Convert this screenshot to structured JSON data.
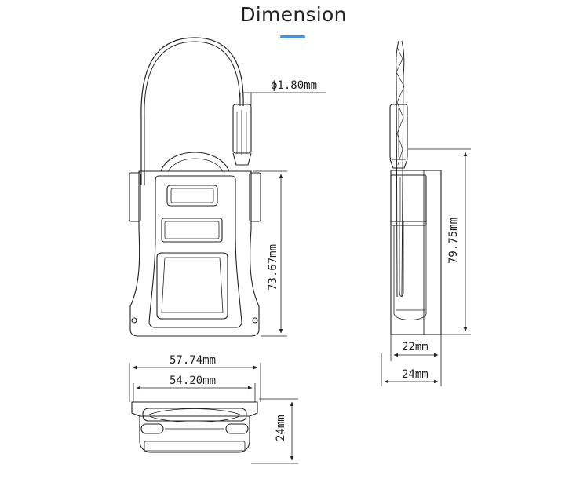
{
  "page": {
    "title": "Dimension",
    "accent_color": "#4a90d9"
  },
  "dimensions": {
    "shackle_diameter": "ϕ1.80mm",
    "front_body_height": "73.67mm",
    "side_total_height": "79.75mm",
    "side_body_depth": "22mm",
    "side_total_depth": "24mm",
    "bottom_outer_width": "57.74mm",
    "bottom_inner_width": "54.20mm",
    "bottom_depth": "24mm"
  }
}
